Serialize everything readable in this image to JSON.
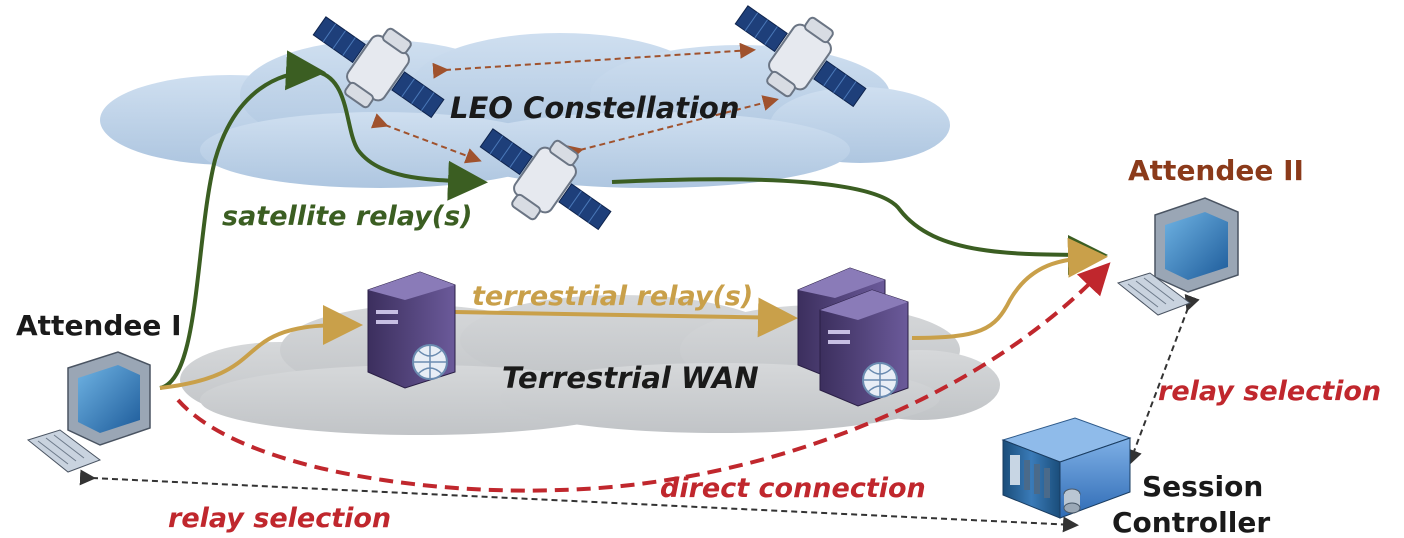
{
  "labels": {
    "leo": "LEO Constellation",
    "wan": "Terrestrial WAN",
    "attendee1": "Attendee I",
    "attendee2": "Attendee II",
    "sat_relay": "satellite relay(s)",
    "terr_relay": "terrestrial relay(s)",
    "direct": "direct connection",
    "relay_sel_right": "relay selection",
    "relay_sel_bottom": "relay selection",
    "session_line1": "Session",
    "session_line2": "Controller"
  },
  "colors": {
    "satellite_path": "#3b5e22",
    "terrestrial_path": "#c9a04a",
    "direct_path": "#c0272d",
    "label_attendee2": "#8b3a1a",
    "label_text": "#1a1a1a",
    "sat_link": "#a0522d",
    "cloud_top": "#b9cfe6",
    "cloud_bottom": "#c9cccf"
  },
  "icons": {
    "satellites": [
      "satellite-icon",
      "satellite-icon",
      "satellite-icon"
    ],
    "servers": [
      "server-icon",
      "server-icon"
    ],
    "computers": [
      "computer-icon",
      "computer-icon"
    ],
    "controller": "session-controller-icon"
  }
}
